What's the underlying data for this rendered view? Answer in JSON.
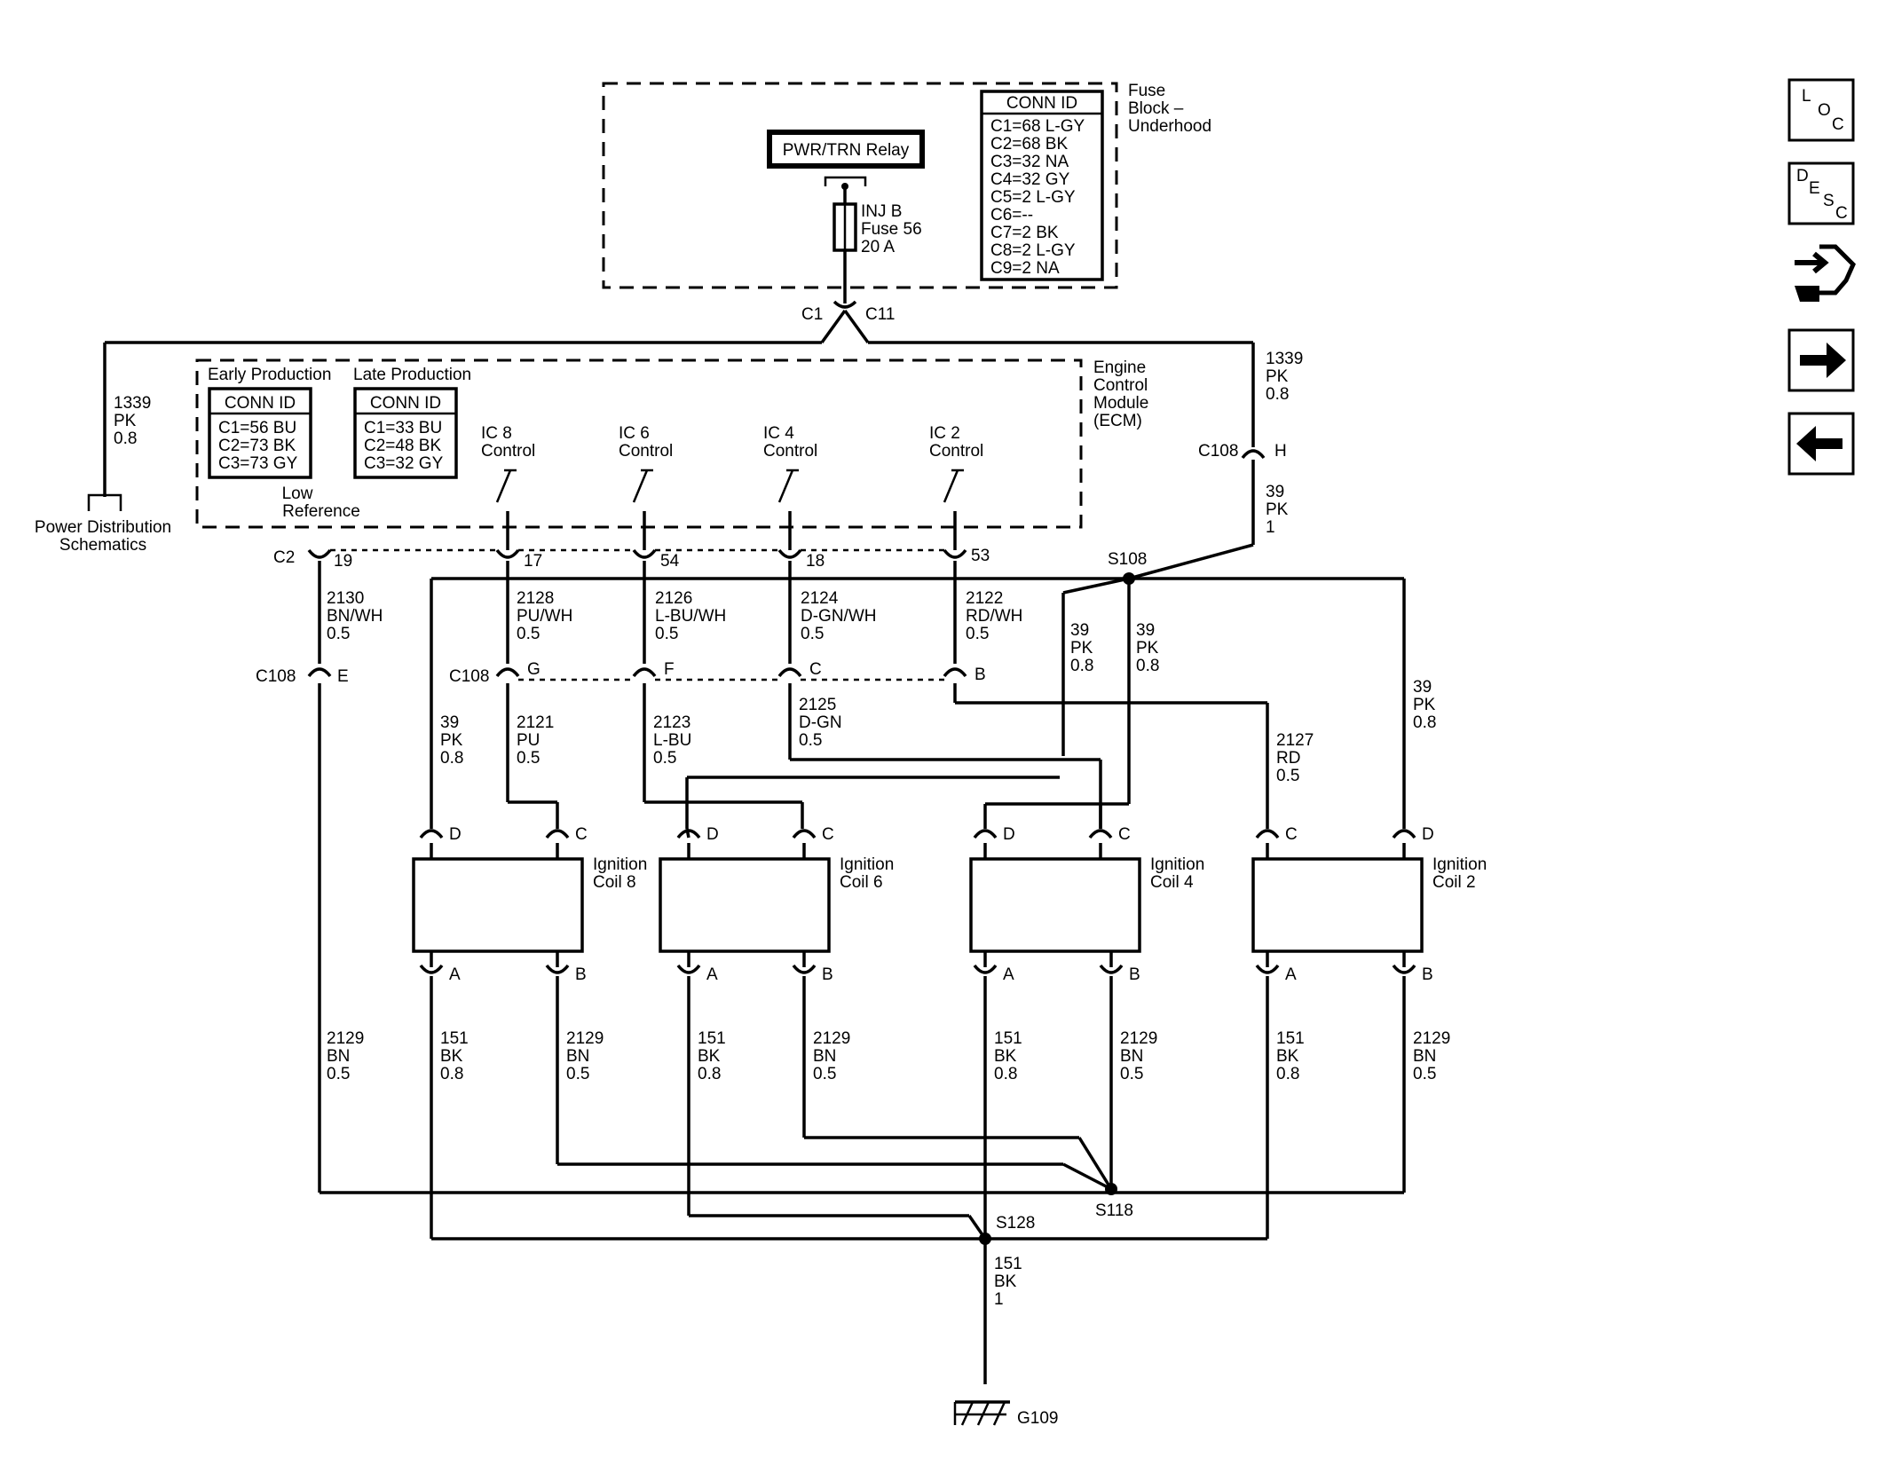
{
  "fuse_block": {
    "title": [
      "Fuse",
      "Block –",
      "Underhood"
    ],
    "relay_label": "PWR/TRN Relay",
    "fuse_label": [
      "INJ B",
      "Fuse 56",
      "20 A"
    ],
    "conn_id_title": "CONN ID",
    "conn_ids": [
      "C1=68 L-GY",
      "C2=68 BK",
      "C3=32 NA",
      "C4=32 GY",
      "C5=2 L-GY",
      "C6=--",
      "C7=2 BK",
      "C8=2 L-GY",
      "C9=2 NA"
    ],
    "c1": "C1",
    "c11": "C11"
  },
  "ecm": {
    "title": [
      "Engine",
      "Control",
      "Module",
      "(ECM)"
    ],
    "early_label": "Early Production",
    "late_label": "Late Production",
    "early_conn_title": "CONN ID",
    "early_conn": [
      "C1=56 BU",
      "C2=73 BK",
      "C3=73 GY"
    ],
    "late_conn_title": "CONN ID",
    "late_conn": [
      "C1=33 BU",
      "C2=48 BK",
      "C3=32 GY"
    ],
    "low_reference": [
      "Low",
      "Reference"
    ],
    "ic8": [
      "IC 8",
      "Control"
    ],
    "ic6": [
      "IC 6",
      "Control"
    ],
    "ic4": [
      "IC 4",
      "Control"
    ],
    "ic2": [
      "IC 2",
      "Control"
    ],
    "c2": "C2",
    "pins": [
      "19",
      "17",
      "54",
      "18",
      "53"
    ]
  },
  "wires": {
    "left_1339": [
      "1339",
      "PK",
      "0.8"
    ],
    "right_1339": [
      "1339",
      "PK",
      "0.8"
    ],
    "pds": [
      "Power Distribution",
      "Schematics"
    ],
    "c108_h": "C108",
    "h": "H",
    "w39_1": [
      "39",
      "PK",
      "1"
    ],
    "s108": "S108",
    "w2130": [
      "2130",
      "BN/WH",
      "0.5"
    ],
    "w2128": [
      "2128",
      "PU/WH",
      "0.5"
    ],
    "w2126": [
      "2126",
      "L-BU/WH",
      "0.5"
    ],
    "w2124": [
      "2124",
      "D-GN/WH",
      "0.5"
    ],
    "w2122": [
      "2122",
      "RD/WH",
      "0.5"
    ],
    "w39a": [
      "39",
      "PK",
      "0.8"
    ],
    "w39b": [
      "39",
      "PK",
      "0.8"
    ],
    "w39c": [
      "39",
      "PK",
      "0.8"
    ],
    "w39d": [
      "39",
      "PK",
      "0.8"
    ],
    "c108_e_label": "C108",
    "e": "E",
    "c108_g_label": "C108",
    "g": "G",
    "f": "F",
    "c": "C",
    "b": "B",
    "w2121": [
      "2121",
      "PU",
      "0.5"
    ],
    "w2123": [
      "2123",
      "L-BU",
      "0.5"
    ],
    "w2125": [
      "2125",
      "D-GN",
      "0.5"
    ],
    "w2127": [
      "2127",
      "RD",
      "0.5"
    ],
    "w2129_1": [
      "2129",
      "BN",
      "0.5"
    ],
    "w151_1": [
      "151",
      "BK",
      "0.8"
    ],
    "w2129_2": [
      "2129",
      "BN",
      "0.5"
    ],
    "w151_2": [
      "151",
      "BK",
      "0.8"
    ],
    "w2129_3": [
      "2129",
      "BN",
      "0.5"
    ],
    "w151_3": [
      "151",
      "BK",
      "0.8"
    ],
    "w2129_4": [
      "2129",
      "BN",
      "0.5"
    ],
    "w151_4": [
      "151",
      "BK",
      "0.8"
    ],
    "w2129_5": [
      "2129",
      "BN",
      "0.5"
    ],
    "s118": "S118",
    "s128": "S128",
    "w151_main": [
      "151",
      "BK",
      "1"
    ],
    "g109": "G109"
  },
  "coils": {
    "coil8": [
      "Ignition",
      "Coil 8"
    ],
    "coil6": [
      "Ignition",
      "Coil 6"
    ],
    "coil4": [
      "Ignition",
      "Coil 4"
    ],
    "coil2": [
      "Ignition",
      "Coil 2"
    ],
    "pin_d": "D",
    "pin_c": "C",
    "pin_a": "A",
    "pin_b": "B"
  },
  "nav": {
    "loc": [
      "L",
      "O",
      "C"
    ],
    "desc": [
      "D",
      "E",
      "S",
      "C"
    ],
    "icons": [
      "loc-button",
      "desc-button",
      "component-icon",
      "next-arrow-icon",
      "previous-arrow-icon"
    ]
  }
}
